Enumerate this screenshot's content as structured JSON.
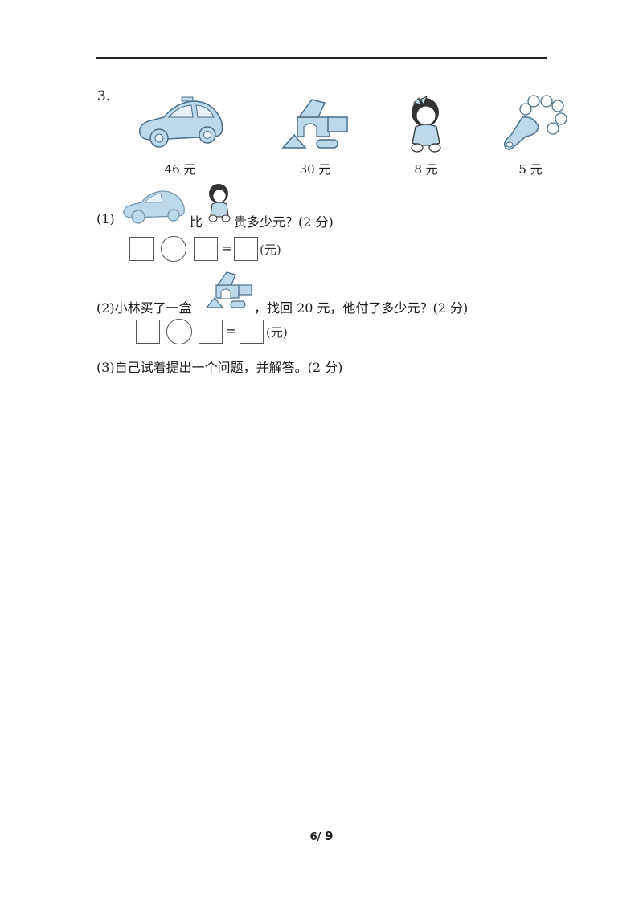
{
  "question_number": "3.",
  "items": [
    {
      "name": "car",
      "price": "46 元"
    },
    {
      "name": "blocks",
      "price": "30 元"
    },
    {
      "name": "doll",
      "price": "8 元"
    },
    {
      "name": "rattle",
      "price": "5 元"
    }
  ],
  "q1": {
    "prefix": "(1)",
    "middle": "比",
    "suffix": "贵多少元？(2 分)",
    "unit": "(元)",
    "eq": "="
  },
  "q2": {
    "prefix": "(2)小林买了一盒",
    "suffix": "，找回 20 元，他付了多少元？(2 分)",
    "unit": "(元)",
    "eq": "="
  },
  "q3": {
    "text": "(3)自己试着提出一个问题，并解答。(2 分)"
  },
  "page": {
    "current": "6",
    "total": "9"
  },
  "colors": {
    "toy_fill": "#bcd9ec",
    "toy_stroke": "#4a6f8a",
    "text": "#1a1a1a"
  }
}
